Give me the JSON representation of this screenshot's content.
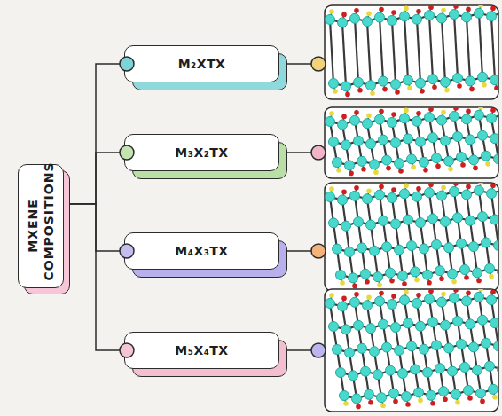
{
  "diagram": {
    "nodes": [
      {
        "text": [
          "MXENE COMPOSITIONS"
        ]
      },
      {
        "text": [
          "M₂XTX"
        ]
      },
      {
        "text": [
          "M₃X₂TX"
        ]
      },
      {
        "text": [
          "M₄X₃TX"
        ]
      },
      {
        "text": [
          "M₅X₄TX"
        ]
      }
    ],
    "edges": [
      {
        "from": 0,
        "to": 1,
        "arrow": "none"
      },
      {
        "from": 0,
        "to": 2,
        "arrow": "none"
      },
      {
        "from": 0,
        "to": 3,
        "arrow": "none"
      },
      {
        "from": 0,
        "to": 4,
        "arrow": "none"
      }
    ]
  }
}
